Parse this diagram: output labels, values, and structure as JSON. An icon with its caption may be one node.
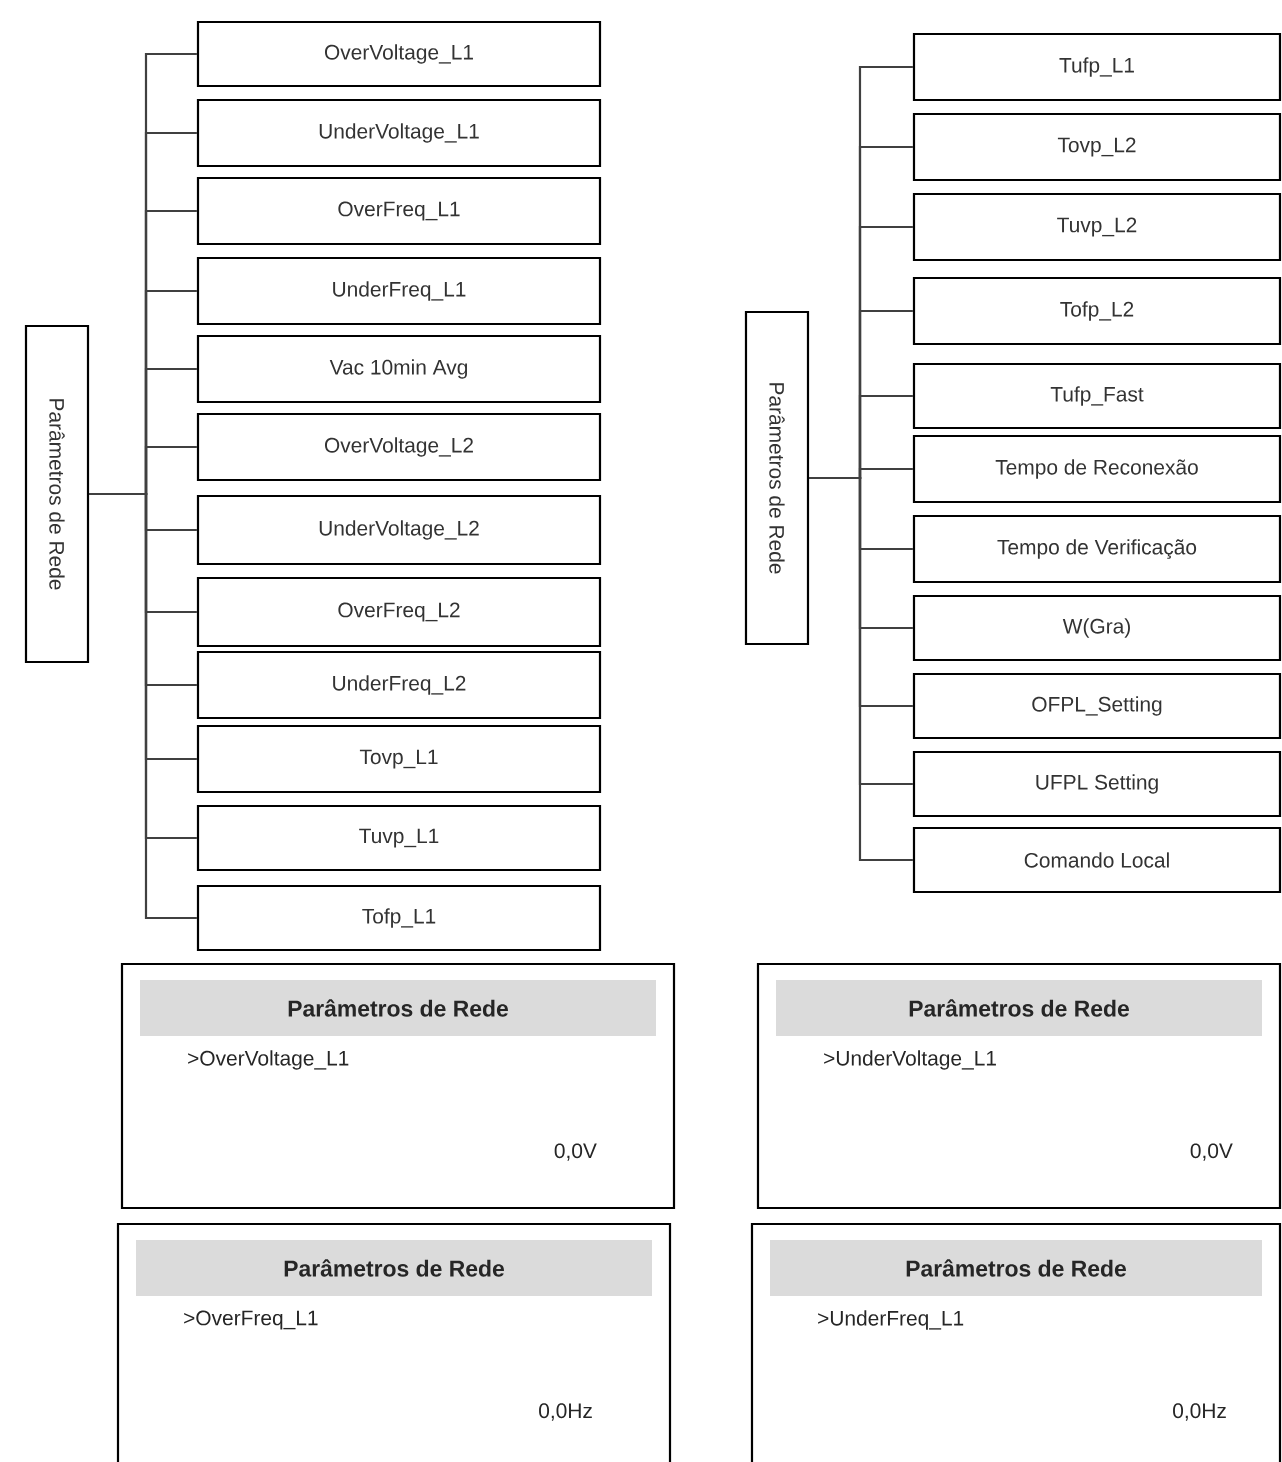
{
  "diagram": {
    "nodes": [
      {
        "text": [
          "Parâmetros de Rede"
        ]
      },
      {
        "text": [
          "OverVoltage_L1"
        ]
      },
      {
        "text": [
          "UnderVoltage_L1"
        ]
      },
      {
        "text": [
          "OverFreq_L1"
        ]
      },
      {
        "text": [
          "UnderFreq_L1"
        ]
      },
      {
        "text": [
          "Vac 10min Avg"
        ]
      },
      {
        "text": [
          "OverVoltage_L2"
        ]
      },
      {
        "text": [
          "UnderVoltage_L2"
        ]
      },
      {
        "text": [
          "OverFreq_L2"
        ]
      },
      {
        "text": [
          "UnderFreq_L2"
        ]
      },
      {
        "text": [
          "Tovp_L1"
        ]
      },
      {
        "text": [
          "Tuvp_L1"
        ]
      },
      {
        "text": [
          "Tofp_L1"
        ]
      },
      {
        "text": [
          "Parâmetros de Rede"
        ]
      },
      {
        "text": [
          "Tufp_L1"
        ]
      },
      {
        "text": [
          "Tovp_L2"
        ]
      },
      {
        "text": [
          "Tuvp_L2"
        ]
      },
      {
        "text": [
          "Tofp_L2"
        ]
      },
      {
        "text": [
          "Tufp_Fast"
        ]
      },
      {
        "text": [
          "Tempo de Reconexão"
        ]
      },
      {
        "text": [
          "Tempo de Verificação"
        ]
      },
      {
        "text": [
          "W(Gra)"
        ]
      },
      {
        "text": [
          "OFPL_Setting"
        ]
      },
      {
        "text": [
          "UFPL Setting"
        ]
      },
      {
        "text": [
          "Comando Local"
        ]
      },
      {
        "text": [
          "Parâmetros de Rede",
          ">OverVoltage_L1",
          "0,0V"
        ]
      },
      {
        "text": [
          "Parâmetros de Rede",
          ">UnderVoltage_L1",
          "0,0V"
        ]
      },
      {
        "text": [
          "Parâmetros de Rede",
          ">OverFreq_L1",
          "0,0Hz"
        ]
      },
      {
        "text": [
          "Parâmetros de Rede",
          ">UnderFreq_L1",
          "0,0Hz"
        ]
      }
    ],
    "edges": [
      {
        "from": 0,
        "to": 1,
        "arrow": "none"
      },
      {
        "from": 0,
        "to": 2,
        "arrow": "none"
      },
      {
        "from": 0,
        "to": 3,
        "arrow": "none"
      },
      {
        "from": 0,
        "to": 4,
        "arrow": "none"
      },
      {
        "from": 0,
        "to": 5,
        "arrow": "none"
      },
      {
        "from": 0,
        "to": 6,
        "arrow": "none"
      },
      {
        "from": 0,
        "to": 7,
        "arrow": "none"
      },
      {
        "from": 0,
        "to": 8,
        "arrow": "none"
      },
      {
        "from": 0,
        "to": 9,
        "arrow": "none"
      },
      {
        "from": 0,
        "to": 10,
        "arrow": "none"
      },
      {
        "from": 0,
        "to": 11,
        "arrow": "none"
      },
      {
        "from": 0,
        "to": 12,
        "arrow": "none"
      },
      {
        "from": 13,
        "to": 14,
        "arrow": "none"
      },
      {
        "from": 13,
        "to": 15,
        "arrow": "none"
      },
      {
        "from": 13,
        "to": 16,
        "arrow": "none"
      },
      {
        "from": 13,
        "to": 17,
        "arrow": "none"
      },
      {
        "from": 13,
        "to": 18,
        "arrow": "none"
      },
      {
        "from": 13,
        "to": 19,
        "arrow": "none"
      },
      {
        "from": 13,
        "to": 20,
        "arrow": "none"
      },
      {
        "from": 13,
        "to": 21,
        "arrow": "none"
      },
      {
        "from": 13,
        "to": 22,
        "arrow": "none"
      },
      {
        "from": 13,
        "to": 23,
        "arrow": "none"
      },
      {
        "from": 13,
        "to": 24,
        "arrow": "none"
      }
    ]
  }
}
